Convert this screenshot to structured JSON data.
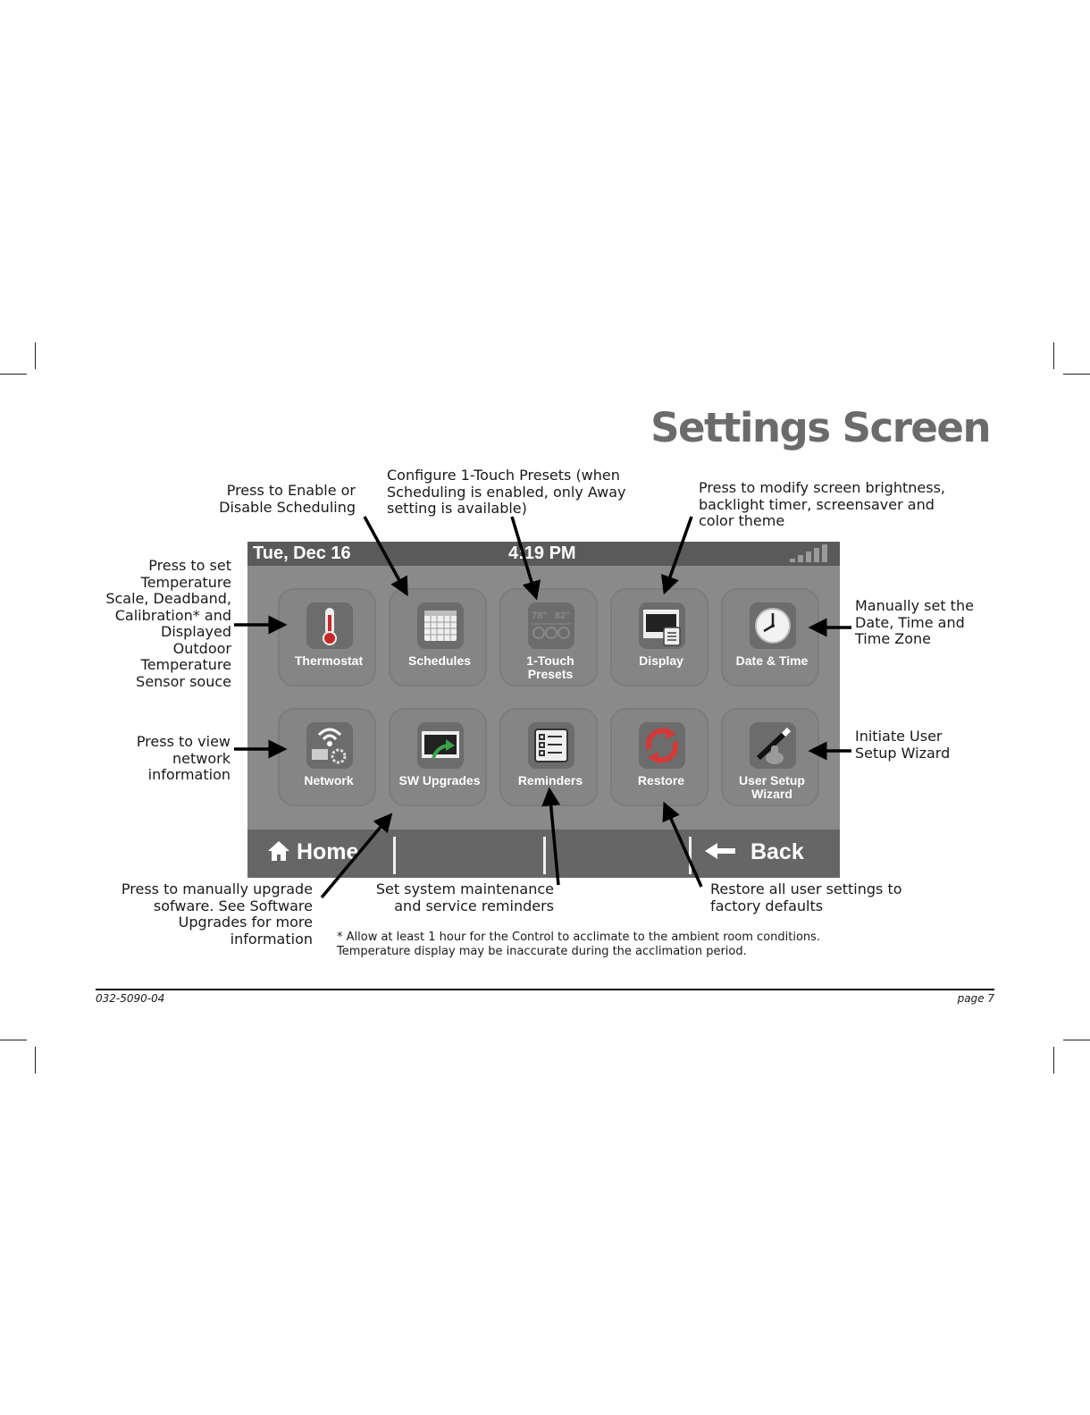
{
  "page_title": "Settings Screen",
  "annotations": {
    "scheduling": "Press to Enable or\nDisable Scheduling",
    "presets": "Configure 1-Touch Presets (when\nScheduling is enabled, only Away\nsetting is available)",
    "display": "Press to modify screen brightness,\nbacklight timer, screensaver and\ncolor theme",
    "thermostat": "Press to set\nTemperature\nScale, Deadband,\nCalibration* and\nDisplayed\nOutdoor\nTemperature\nSensor souce",
    "datetime": "Manually set the\nDate, Time and\nTime Zone",
    "network": "Press to view\nnetwork\ninformation",
    "wizard": "Initiate User\nSetup Wizard",
    "upgrades": "Press to manually upgrade\nsofware. See Software\nUpgrades for more\ninformation",
    "reminders": "Set system maintenance\nand service reminders",
    "restore": "Restore all user settings to\nfactory defaults"
  },
  "footnote": "* Allow at least 1 hour for the Control to acclimate to the ambient room conditions.\nTemperature display may be inaccurate during the acclimation period.",
  "footer": {
    "doc_number": "032-5090-04",
    "page": "page 7"
  },
  "screen": {
    "date": "Tue, Dec 16",
    "time": "4:19 PM",
    "tiles_row1": [
      "Thermostat",
      "Schedules",
      "1-Touch\nPresets",
      "Display",
      "Date & Time"
    ],
    "tiles_row2": [
      "Network",
      "SW Upgrades",
      "Reminders",
      "Restore",
      "User Setup\nWizard"
    ],
    "preset_temps": [
      "78°",
      "82°"
    ],
    "home_label": "Home",
    "back_label": "Back",
    "colors": {
      "screen_bg": "#8a8a8a",
      "bar_bg": "#5a5a5a",
      "navbar_bg": "#666666",
      "restore_red": "#d23a3a",
      "upgrade_green": "#3aa34a"
    }
  }
}
